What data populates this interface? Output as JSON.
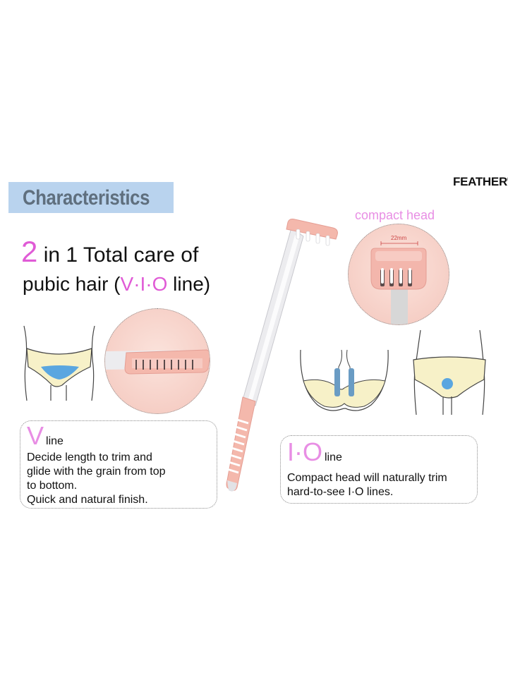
{
  "brand": "FEATHER",
  "brand_mark": "®",
  "section_title": "Characteristics",
  "headline": {
    "num": "2",
    "in": " in ",
    "one": "1",
    "rest": " Total care of",
    "line2_start": "pubic hair (",
    "vio": "V·I·O",
    "line2_end": " line)"
  },
  "compact_head": {
    "label": "compact head",
    "dimension": "22mm"
  },
  "v_line": {
    "letter": "V",
    "suffix": "line",
    "lines": [
      "Decide length to trim and",
      "glide with the grain from top",
      "to bottom.",
      "Quick and natural finish."
    ]
  },
  "io_line": {
    "letter": "I·O",
    "suffix": "line",
    "lines": [
      "Compact head will naturally trim",
      "hard-to-see I·O lines."
    ]
  },
  "colors": {
    "accent_pink": "#e05bd6",
    "label_pink": "#e88ee4",
    "banner_blue": "#b9d3ee",
    "tool_pink": "#f4b8ac",
    "highlight_blue": "#5aa6e0"
  }
}
